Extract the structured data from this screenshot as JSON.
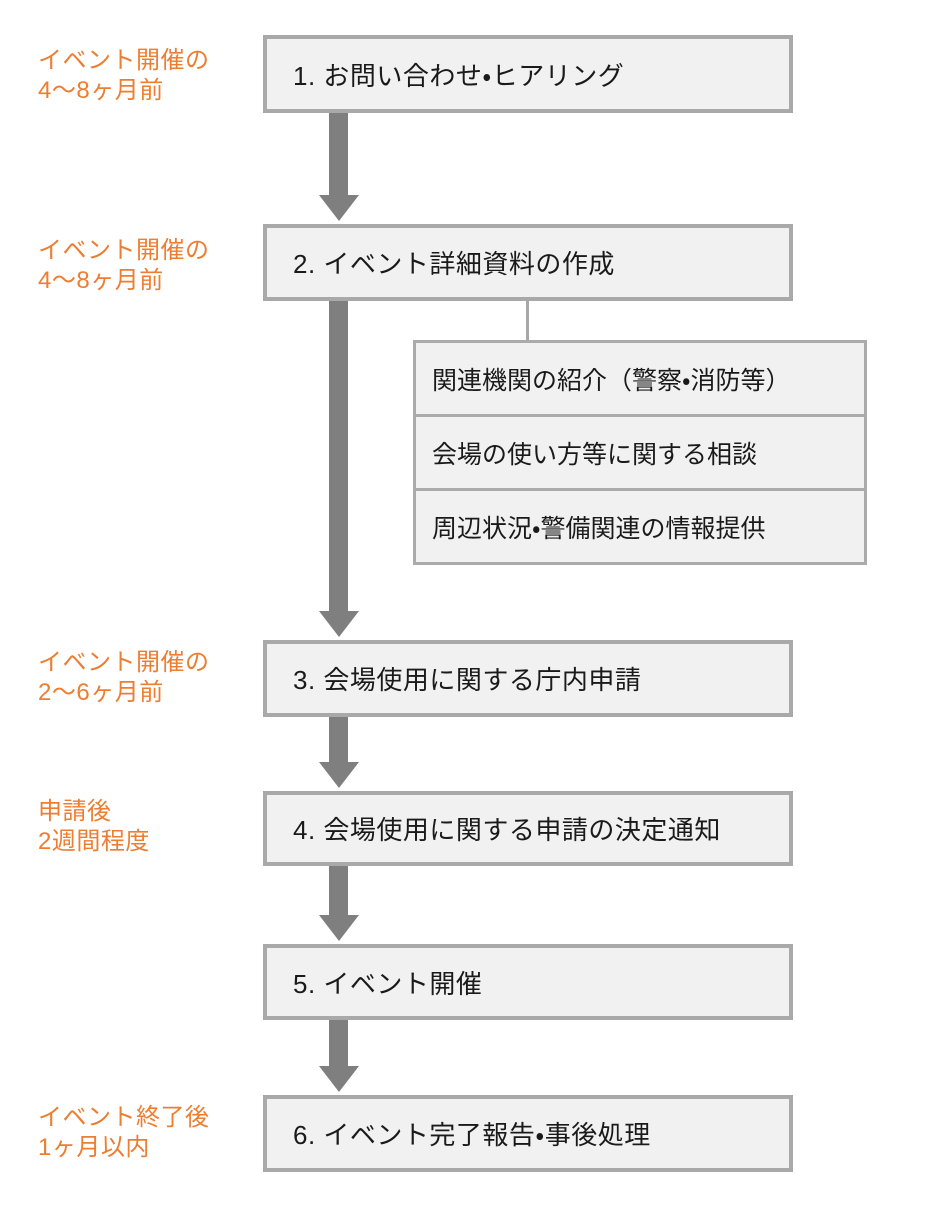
{
  "flow": {
    "steps": [
      {
        "text": "1. お問い合わせ・ヒアリング"
      },
      {
        "text": "2. イベント詳細資料の作成"
      },
      {
        "text": "3. 会場使用に関する庁内申請"
      },
      {
        "text": "4. 会場使用に関する申請の決定通知"
      },
      {
        "text": "5. イベント開催"
      },
      {
        "text": "6. イベント完了報告・事後処理"
      }
    ],
    "timings": [
      {
        "line1": "イベント開催の",
        "line2": "4～8ヶ月前"
      },
      {
        "line1": "イベント開催の",
        "line2": "4～8ヶ月前"
      },
      {
        "line1": "イベント開催の",
        "line2": "2～6ヶ月前"
      },
      {
        "line1": "申請後",
        "line2": "2週間程度"
      },
      {
        "line1": "イベント終了後",
        "line2": "1ヶ月以内"
      }
    ],
    "side_notes": [
      {
        "text": "関連機関の紹介（警察・消防等）"
      },
      {
        "text": "会場の使い方等に関する相談"
      },
      {
        "text": "周辺状況・警備関連の情報提供"
      }
    ],
    "colors": {
      "timing_text": "#ED7D31",
      "box_fill": "#F1F1F1",
      "box_border": "#A9A9A9",
      "arrow": "#7F7F7F",
      "step_text": "#1A1A1A"
    }
  }
}
